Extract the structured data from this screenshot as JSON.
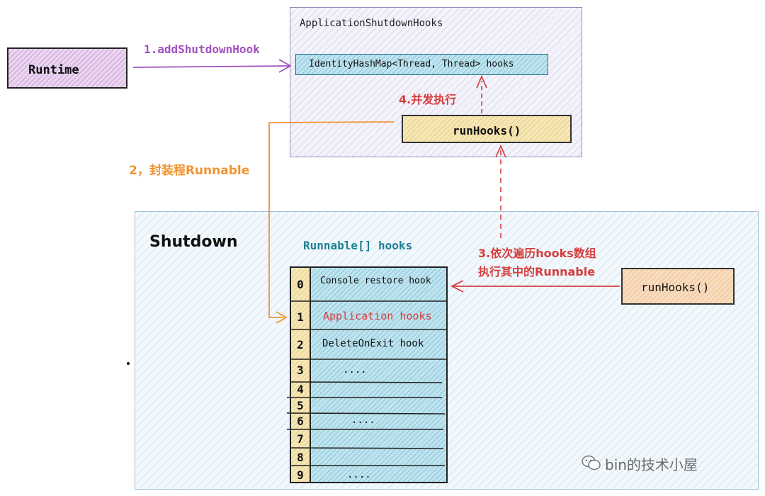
{
  "runtime": {
    "label": "Runtime"
  },
  "app_hooks": {
    "title": "ApplicationShutdownHooks",
    "map_label": "IdentityHashMap<Thread, Thread> hooks",
    "method_label": "runHooks()"
  },
  "shutdown": {
    "title": "Shutdown",
    "array_title": "Runnable[] hooks",
    "method_label": "runHooks()",
    "rows": [
      {
        "index": "0",
        "text": "Console restore hook"
      },
      {
        "index": "1",
        "text": "Application hooks"
      },
      {
        "index": "2",
        "text": "DeleteOnExit hook"
      },
      {
        "index": "3",
        "text": "...."
      },
      {
        "index": "4",
        "text": ""
      },
      {
        "index": "5",
        "text": ""
      },
      {
        "index": "6",
        "text": "...."
      },
      {
        "index": "7",
        "text": ""
      },
      {
        "index": "8",
        "text": ""
      },
      {
        "index": "9",
        "text": "...."
      }
    ]
  },
  "arrows": {
    "step1": "1.addShutdownHook",
    "step2": "2，封装程Runnable",
    "step3_line1": "3.依次遍历hooks数组",
    "step3_line2": "执行其中的Runnable",
    "step4": "4.并发执行"
  },
  "watermark": {
    "text": "bin的技术小屋"
  },
  "colors": {
    "purple": "#a24fc0",
    "orange": "#f19433",
    "red": "#d63d3d",
    "teal": "#1f7f93"
  }
}
